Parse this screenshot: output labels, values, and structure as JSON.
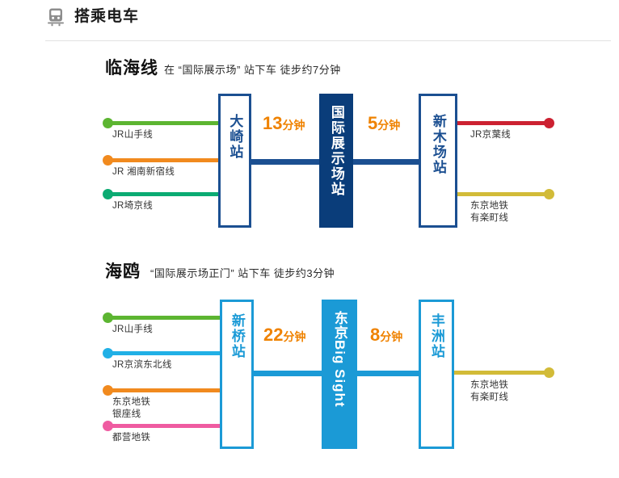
{
  "header": {
    "icon": "train-icon",
    "title": "搭乘电车"
  },
  "sections": [
    {
      "id": "rinkai",
      "title": "临海线",
      "subtitle": "在 “国际展示场” 站下车 徒步约7分钟",
      "accent": "#1f4e8c",
      "stations": [
        {
          "name": "大崎站",
          "style": "outline",
          "border": "#1b4f91",
          "text": "#1b4f91",
          "fill": "#ffffff"
        },
        {
          "name": "国际展示场站",
          "style": "filled",
          "border": "#0a3d7a",
          "text": "#ffffff",
          "fill": "#0a3d7a"
        },
        {
          "name": "新木场站",
          "style": "outline",
          "border": "#1b4f91",
          "text": "#1b4f91",
          "fill": "#ffffff"
        }
      ],
      "durations": [
        {
          "value": "13",
          "unit": "分钟"
        },
        {
          "value": "5",
          "unit": "分钟"
        }
      ],
      "left_lines": [
        {
          "label": "JR山手线",
          "color": "#5cb531"
        },
        {
          "label": "JR 湘南新宿线",
          "color": "#f18a1e"
        },
        {
          "label": "JR埼京线",
          "color": "#0bab72"
        }
      ],
      "right_lines": [
        {
          "label": "JR京葉线",
          "color": "#cc2131"
        },
        {
          "label": "东京地铁\n有楽町线",
          "color": "#d2bb38"
        }
      ]
    },
    {
      "id": "yurikamome",
      "title": "海鸥",
      "subtitle": "“国际展示场正门” 站下车 徒步约3分钟",
      "accent": "#1b9ad6",
      "stations": [
        {
          "name": "新桥站",
          "style": "outline",
          "border": "#1b9ad6",
          "text": "#1b9ad6",
          "fill": "#ffffff"
        },
        {
          "name": "东京Big Sight",
          "style": "filled",
          "border": "#1b9ad6",
          "text": "#ffffff",
          "fill": "#1b9ad6"
        },
        {
          "name": "丰洲站",
          "style": "outline",
          "border": "#1b9ad6",
          "text": "#1b9ad6",
          "fill": "#ffffff"
        }
      ],
      "durations": [
        {
          "value": "22",
          "unit": "分钟"
        },
        {
          "value": "8",
          "unit": "分钟"
        }
      ],
      "left_lines": [
        {
          "label": "JR山手线",
          "color": "#5cb531"
        },
        {
          "label": "JR京滨东北线",
          "color": "#21b0e6"
        },
        {
          "label": "东京地铁\n银座线",
          "color": "#f18a1e"
        },
        {
          "label": "都营地铁",
          "color": "#ef5ba1"
        }
      ],
      "right_lines": [
        {
          "label": "东京地铁\n有楽町线",
          "color": "#d2bb38"
        }
      ]
    }
  ],
  "colors": {
    "rule": "#e2e2e2",
    "minutes_orange": "#ef8200",
    "text_dark": "#1a1a1a"
  }
}
